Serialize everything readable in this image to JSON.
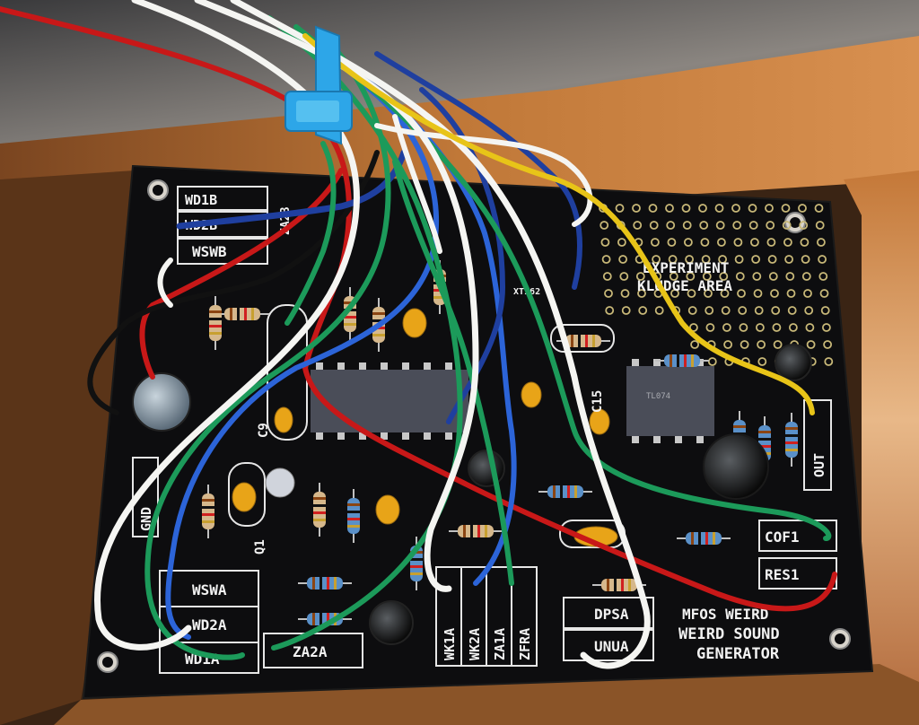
{
  "image": {
    "subject": "MFOS Weird Sound Generator circuit board with wiring",
    "board_color": "#0d0d0f",
    "silkscreen_color": "#f2f2f2"
  },
  "pcb_labels": {
    "experiment_line1": "EXPERIMENT",
    "experiment_line2": "KLUDGE AREA",
    "title_line1": "MFOS WEIRD",
    "title_line2": "WEIRD SOUND",
    "title_line3": "GENERATOR",
    "wswa": "WSWA",
    "wd2a": "WD2A",
    "wd1a": "WD1A",
    "za2a": "ZA2A",
    "wk1a": "WK1A",
    "wk2a": "WK2A",
    "za1a": "ZA1A",
    "zfra": "ZFRA",
    "dpsa": "DPSA",
    "unua": "UNUA",
    "cof1": "COF1",
    "res1": "RES1",
    "out": "OUT",
    "gnd": "GND",
    "wd1b": "WD1B",
    "wd2b": "WD2B",
    "wswb": "WSWB",
    "za2b": "ZA2B",
    "q1": "Q1",
    "c9": "C9",
    "c15": "C15",
    "xt162": "XT162"
  },
  "wire_colors": [
    "#c81818",
    "#1f3f9f",
    "#f5f5f2",
    "#1c9a5a",
    "#e8c418",
    "#111111",
    "#2c64d8"
  ]
}
